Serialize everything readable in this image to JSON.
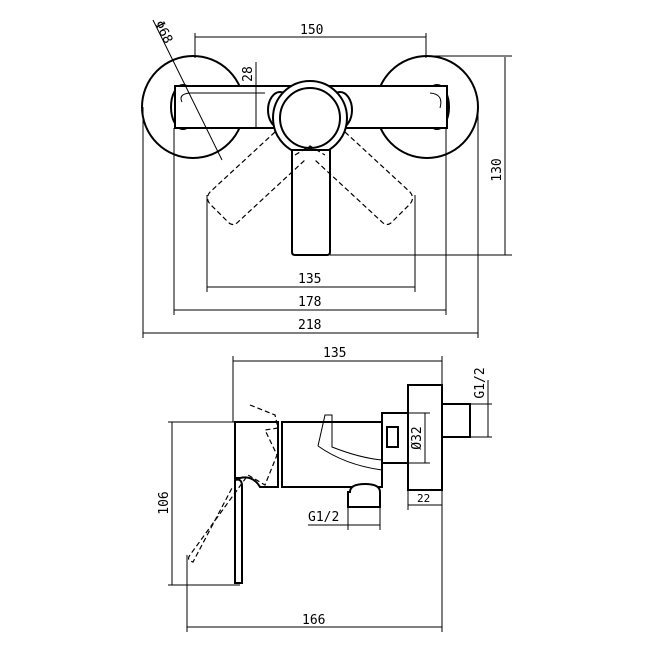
{
  "top_view": {
    "dimensions": {
      "plate_diameter": "Φ68",
      "centers": "150",
      "bar_height": "28",
      "depth": "130",
      "handle_swing": "135",
      "body_width": "178",
      "overall_width": "218"
    }
  },
  "side_view": {
    "dimensions": {
      "projection": "135",
      "inlet_thread": "G1/2",
      "cartridge_diameter": "Ø32",
      "plate_depth": "22",
      "outlet_thread": "G1/2",
      "height": "106",
      "overall_projection": "166"
    }
  }
}
